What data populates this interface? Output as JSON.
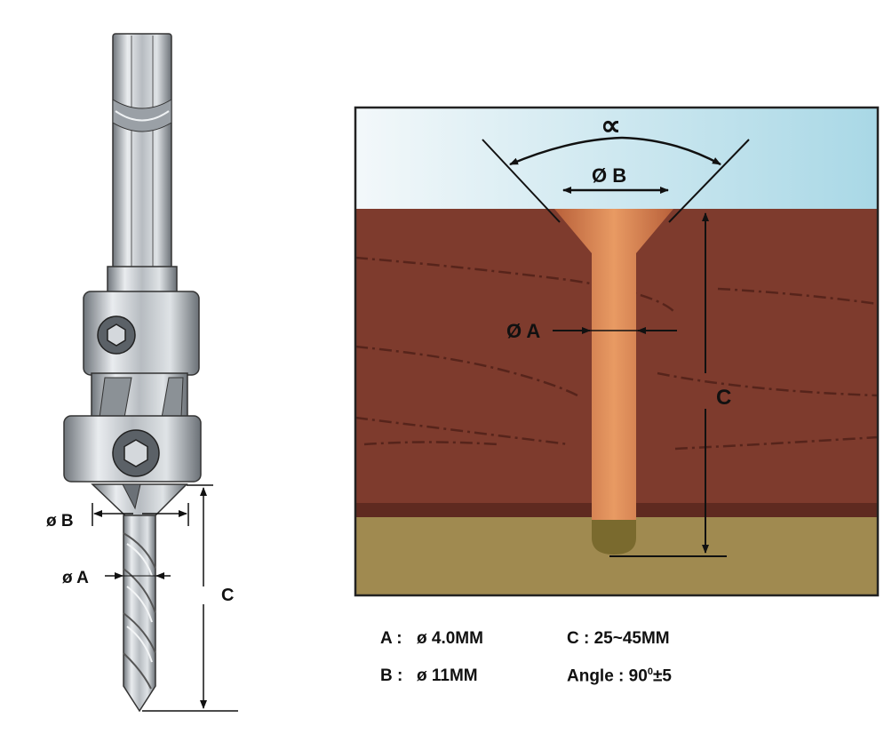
{
  "tool_labels": {
    "dia_b": "ø B",
    "dia_a": "ø A",
    "depth_c": "C"
  },
  "section_labels": {
    "alpha": "∝",
    "dia_b": "Ø B",
    "dia_a": "Ø A",
    "depth_c": "C"
  },
  "specs": {
    "a_key": "A :",
    "a_val": "ø 4.0MM",
    "b_key": "B :",
    "b_val": "ø 11MM",
    "c": "C : 25~45MM",
    "angle_prefix": "Angle : 90",
    "angle_sup": "0",
    "angle_suffix": "±5"
  },
  "colors": {
    "sky": "#cfe9f1",
    "wood": "#7e3b2d",
    "wood_dark": "#6a2f23",
    "base": "#9f8a50",
    "hole": "#d8824f",
    "metal": "#b9bec3"
  }
}
